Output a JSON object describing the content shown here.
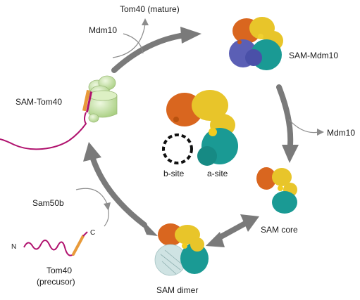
{
  "labels": {
    "tom40_mature": "Tom40 (mature)",
    "mdm10_top": "Mdm10",
    "sam_mdm10": "SAM-Mdm10",
    "sam_tom40": "SAM-Tom40",
    "mdm10_right": "Mdm10",
    "b_site": "b-site",
    "a_site": "a-site",
    "sam50b": "Sam50b",
    "sam_core": "SAM core",
    "n_term": "N",
    "c_term": "C",
    "tom40": "Tom40",
    "precursor": "(precusor)",
    "sam_dimer": "SAM dimer"
  },
  "colors": {
    "cycle_arrow": "#7a7a7a",
    "thin_arrow": "#8c8c8c",
    "orange_subunit": "#d9661f",
    "yellow_subunit": "#e8c52a",
    "teal_subunit": "#1a9a94",
    "blue_subunit": "#5b5fb5",
    "light_subunit": "#cfe3e3",
    "chain_magenta": "#b0126e",
    "precursor_orange": "#e89a3a",
    "sam_complex_green": "#c8e3a4"
  }
}
